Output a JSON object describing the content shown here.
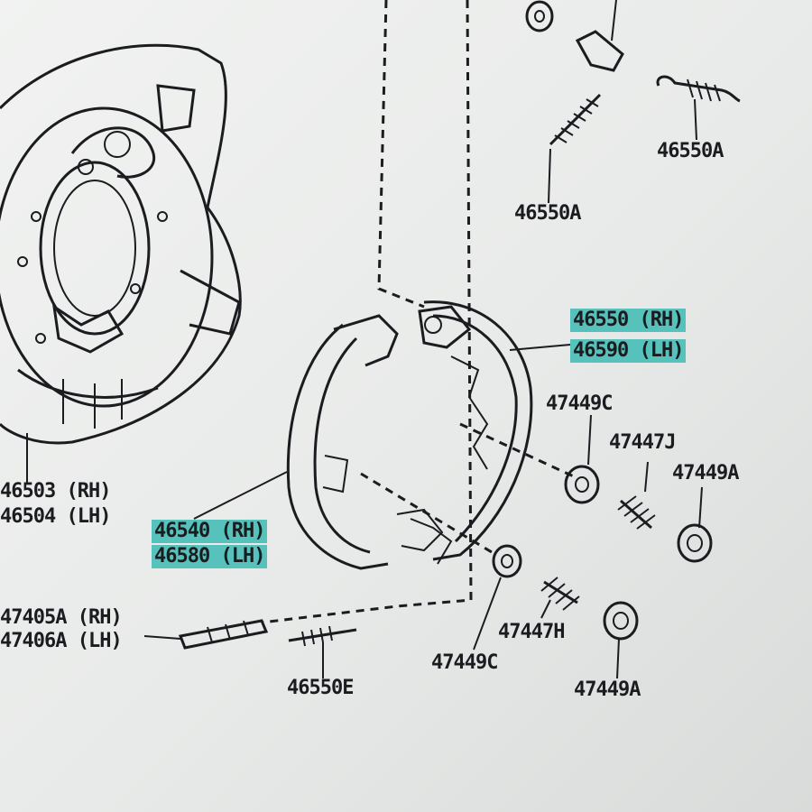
{
  "labels": {
    "spring_top": "46550A",
    "spring_mid": "46550A",
    "shoe_rear_rh": "46550 (RH)",
    "shoe_rear_lh": "46590 (LH)",
    "pin_top": "47449C",
    "spring_47447j": "47447J",
    "cup_47449a_top": "47449A",
    "plate_rh": "46503 (RH)",
    "plate_lh": "46504 (LH)",
    "shoe_front_rh": "46540 (RH)",
    "shoe_front_lh": "46580 (LH)",
    "adjuster_rh": "47405A (RH)",
    "adjuster_lh": "47406A (LH)",
    "spring_47447h": "47447H",
    "pin_bottom": "47449C",
    "cup_47449a_bottom": "47449A",
    "spring_46550e": "46550E"
  },
  "colors": {
    "highlight": "#56c2bb",
    "ink": "#1a1c20"
  }
}
